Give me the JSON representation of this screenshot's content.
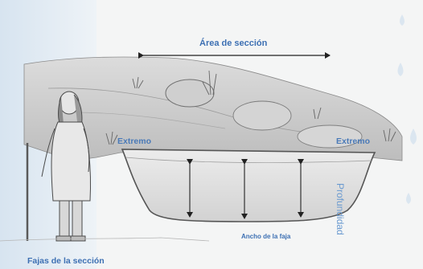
{
  "labels": {
    "area": "Área de sección",
    "extremo_left": "Extremo",
    "extremo_right": "Extremo",
    "profundidad": "Profundidad",
    "ancho": "Ancho de la faja",
    "fajas": "Fajas de la sección"
  },
  "colors": {
    "label_blue": "#4a7ab8",
    "panel_blue": "#dfe9f2",
    "sketch_gray": "#6b6b6b"
  },
  "icons": [
    "water-drop-icon"
  ]
}
